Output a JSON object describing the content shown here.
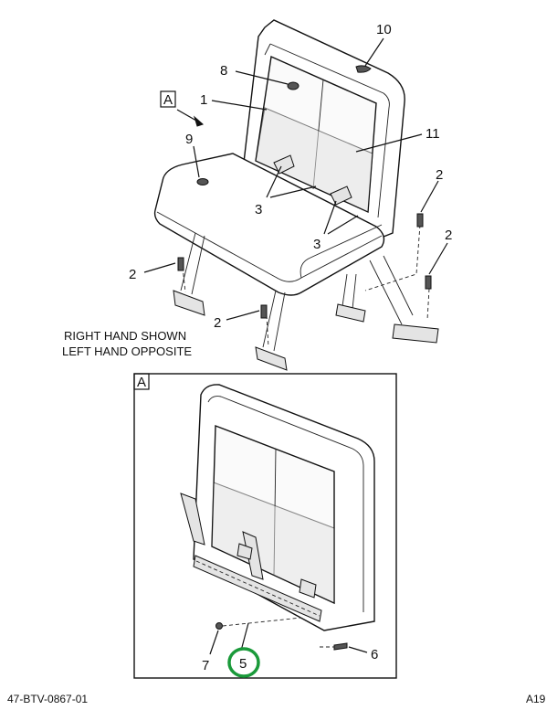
{
  "callouts": {
    "c10": "10",
    "c8": "8",
    "c1": "1",
    "c9": "9",
    "c11": "11",
    "c3a": "3",
    "c3b": "3",
    "c2a": "2",
    "c2b": "2",
    "c2c": "2",
    "c2d": "2",
    "c7": "7",
    "c5": "5",
    "c6": "6"
  },
  "view_tag_top": "A",
  "view_tag_detail": "A",
  "note_line1": "RIGHT HAND SHOWN",
  "note_line2": "LEFT HAND OPPOSITE",
  "drawing_number": "47-BTV-0867-01",
  "sheet_code": "A19",
  "highlight_color": "#1a9a3a"
}
